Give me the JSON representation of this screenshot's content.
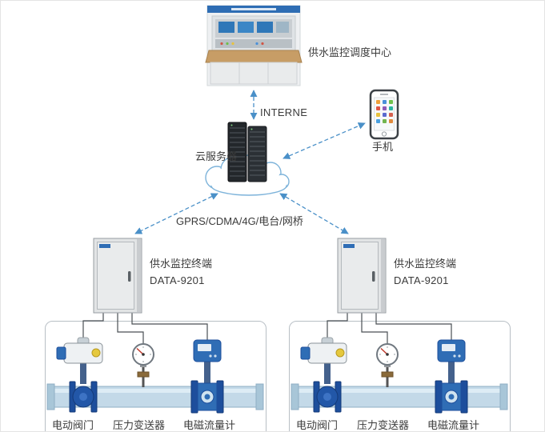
{
  "diagram": {
    "top": {
      "control_center_label": "供水监控调度中心",
      "internet_label": "INTERNE",
      "cloud_server_label": "云服务器",
      "phone_label": "手机",
      "network_label": "GPRS/CDMA/4G/电台/网桥"
    },
    "sites": [
      {
        "terminal_name": "供水监控终端",
        "terminal_model": "DATA-9201",
        "devices": [
          {
            "label": "电动阀门"
          },
          {
            "label": "压力变送器"
          },
          {
            "label": "电磁流量计"
          }
        ]
      },
      {
        "terminal_name": "供水监控终端",
        "terminal_model": "DATA-9201",
        "devices": [
          {
            "label": "电动阀门"
          },
          {
            "label": "压力变送器"
          },
          {
            "label": "电磁流量计"
          }
        ]
      }
    ],
    "colors": {
      "arrow": "#4a90c8",
      "cloud_outline": "#7db3da",
      "pipe_fill": "#c3d9e8",
      "device_blue": "#2f6db5",
      "flange_blue": "#1d4e9c",
      "cabinet_fill": "#e2e4e5"
    }
  }
}
